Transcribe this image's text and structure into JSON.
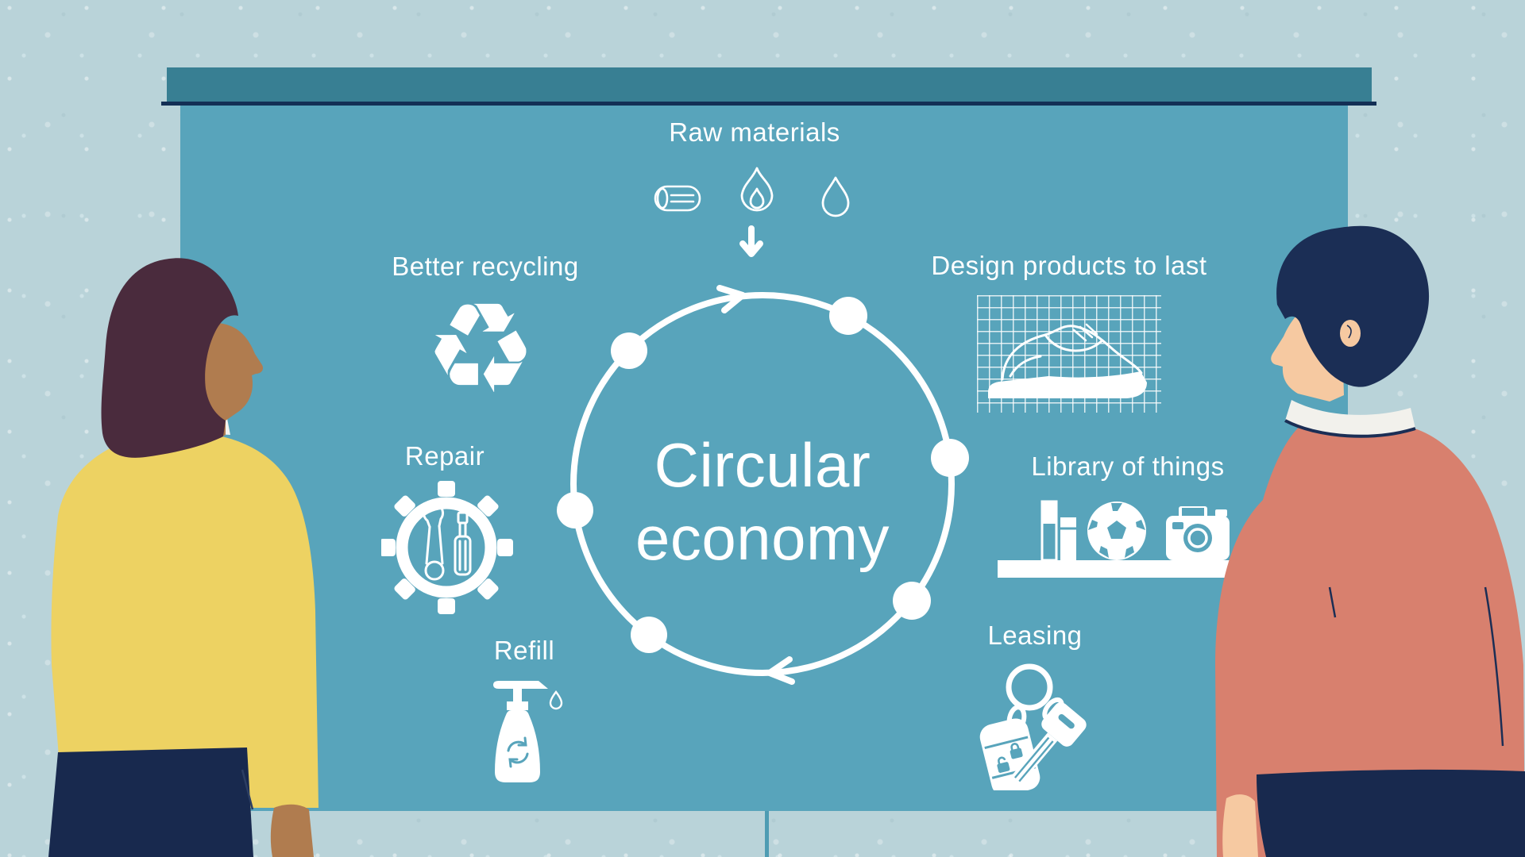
{
  "scene": {
    "center_title": {
      "line1": "Circular",
      "line2": "economy"
    },
    "raw_materials": {
      "label": "Raw materials",
      "icons": [
        "log-icon",
        "fire-icon",
        "water-drop-icon"
      ]
    },
    "stages": [
      {
        "id": "better-recycling",
        "label": "Better recycling",
        "icon": "recycle-icon"
      },
      {
        "id": "design-products-to-last",
        "label": "Design products to last",
        "icon": "shoe-blueprint-icon"
      },
      {
        "id": "repair",
        "label": "Repair",
        "icon": "gear-tools-icon"
      },
      {
        "id": "library-of-things",
        "label": "Library of things",
        "icon": "shelf-items-icon"
      },
      {
        "id": "refill",
        "label": "Refill",
        "icon": "refill-bottle-icon"
      },
      {
        "id": "leasing",
        "label": "Leasing",
        "icon": "car-keys-icon"
      }
    ],
    "recycle_symbol": "♻",
    "cycle": {
      "node_count": 6,
      "direction": "clockwise"
    },
    "palette": {
      "background": "#b9d3d9",
      "board": "#58a4bb",
      "top_bar": "#387f93",
      "top_bar_underline": "#132f55",
      "diagram_white": "#ffffff",
      "woman_sweater": "#edd262",
      "woman_hair": "#4a2b3d",
      "woman_skin": "#b07c4f",
      "woman_skirt": "#18294e",
      "man_sweater": "#d8806e",
      "man_hair": "#1b2e55",
      "man_skin": "#f6c9a1",
      "man_pants": "#18294e"
    }
  }
}
